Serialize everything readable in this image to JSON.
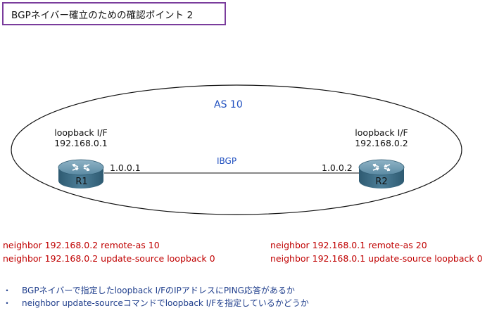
{
  "title": "BGPネイバー確立のための確認ポイント 2",
  "as_label": "AS 10",
  "link_label": "IBGP",
  "routers": [
    {
      "name": "R1",
      "loopback_label": "loopback I/F",
      "loopback_ip": "192.168.0.1",
      "link_ip": "1.0.0.1"
    },
    {
      "name": "R2",
      "loopback_label": "loopback I/F",
      "loopback_ip": "192.168.0.2",
      "link_ip": "1.0.0.2"
    }
  ],
  "config": {
    "r1": [
      "neighbor 192.168.0.2 remote-as 10",
      "neighbor 192.168.0.2 update-source loopback 0"
    ],
    "r2": [
      "neighbor 192.168.0.1 remote-as 20",
      "neighbor 192.168.0.1 update-source loopback 0"
    ]
  },
  "bullet_mark": "・",
  "bullets": [
    "BGPネイバーで指定したloopback I/FのIPアドレスにPING応答があるか",
    "neighbor update-sourceコマンドでloopback I/Fを指定しているかどうか"
  ],
  "colors": {
    "title_border": "#7a3c9c",
    "as_text": "#1f4fbf",
    "config_text": "#c00000",
    "bullet_text": "#1f3e8c",
    "router_body": "#3e6f88"
  },
  "icons": {
    "router": "router-icon"
  }
}
